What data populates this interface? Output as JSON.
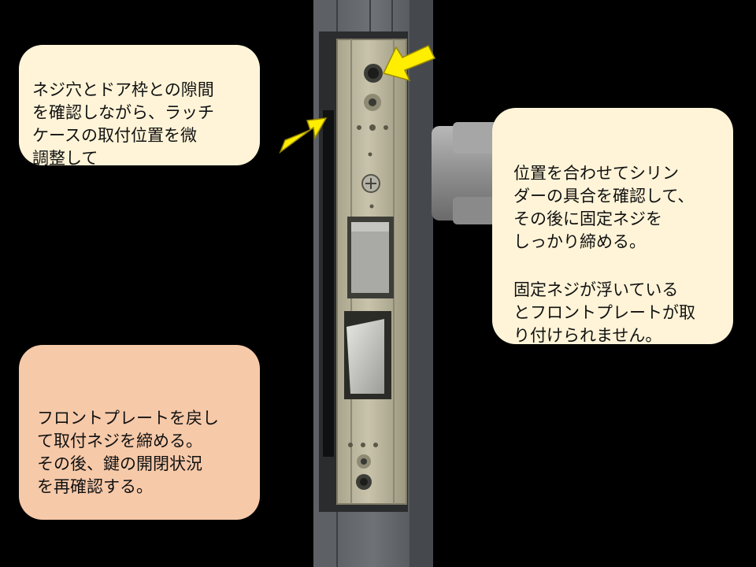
{
  "callouts": {
    "top_left": "ネジ穴とドア枠との隙間\nを確認しながら、ラッチ\nケースの取付位置を微\n調整して",
    "right_1": "位置を合わせてシリン\nダーの具合を確認して、\nその後に固定ネジを\nしっかり締める。",
    "right_2": "固定ネジが浮いている\nとフロントプレートが取\nり付けられません。",
    "bottom_left": "フロントプレートを戻し\nて取付ネジを締める。\nその後、鍵の開閉状況\nを再確認する。"
  },
  "colors": {
    "background": "#000000",
    "callout_cream": "#fff4d8",
    "callout_peach": "#f6c9a9",
    "arrow": "#ffee00"
  }
}
